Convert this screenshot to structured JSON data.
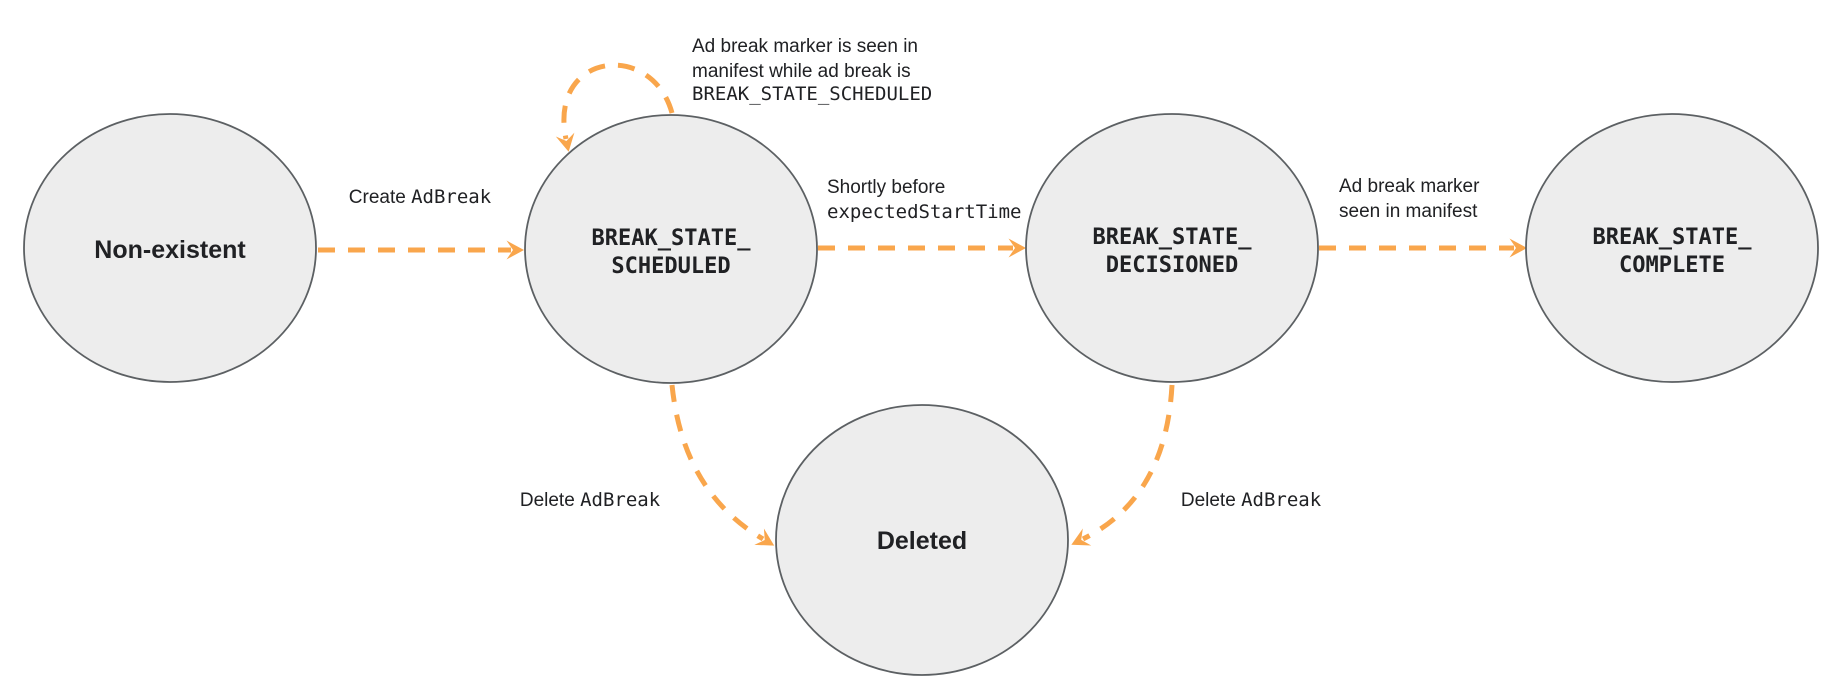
{
  "colors": {
    "arrow": "#F9A64C",
    "node_fill": "#EDEDED",
    "node_border": "#5C6063",
    "text": "#202124",
    "background": "#FFFFFF"
  },
  "nodes": {
    "non_existent": {
      "label": "Non-existent"
    },
    "scheduled": {
      "line1": "BREAK_STATE_",
      "line2": "SCHEDULED"
    },
    "decisioned": {
      "line1": "BREAK_STATE_",
      "line2": "DECISIONED"
    },
    "complete": {
      "line1": "BREAK_STATE_",
      "line2": "COMPLETE"
    },
    "deleted": {
      "label": "Deleted"
    }
  },
  "edges": {
    "create": {
      "text": "Create ",
      "code": "AdBreak"
    },
    "self_loop": {
      "line1": "Ad break marker is seen in",
      "line2": "manifest while ad break is",
      "line3": "BREAK_STATE_SCHEDULED"
    },
    "to_decisioned": {
      "line1": "Shortly before",
      "code": "expectedStartTime"
    },
    "to_complete": {
      "line1": "Ad break marker",
      "line2": "seen in manifest"
    },
    "delete_from_scheduled": {
      "text": "Delete ",
      "code": "AdBreak"
    },
    "delete_from_decisioned": {
      "text": "Delete ",
      "code": "AdBreak"
    }
  }
}
